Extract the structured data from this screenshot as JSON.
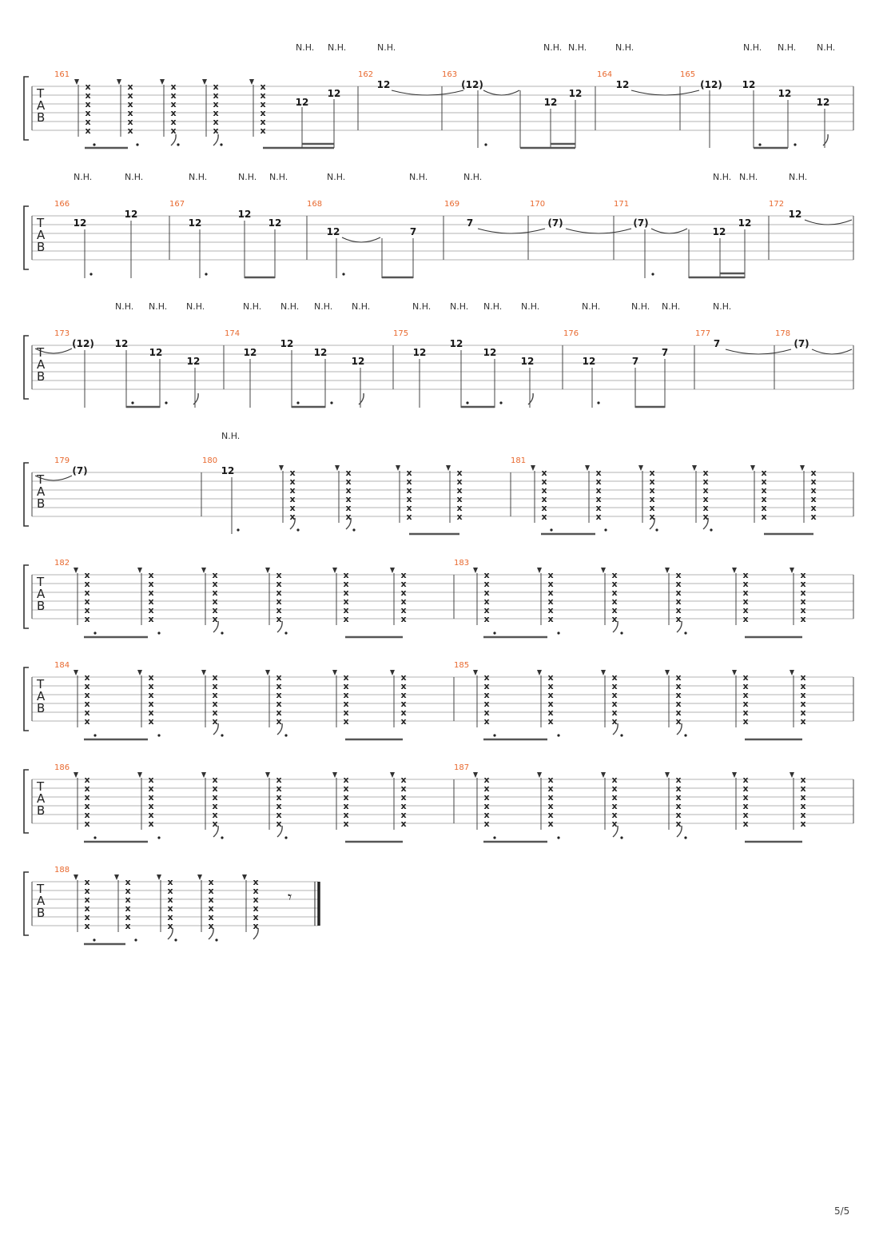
{
  "page_number": "5/5",
  "harmonic_label": "N.H.",
  "tab_clef": [
    "T",
    "A",
    "B"
  ],
  "systems": [
    {
      "measures": [
        {
          "number": "161"
        },
        {
          "number": "162",
          "frets": [
            "12"
          ]
        },
        {
          "number": "163",
          "frets": [
            "(12)",
            "12",
            "12"
          ]
        },
        {
          "number": "164",
          "frets": [
            "12"
          ]
        },
        {
          "number": "165",
          "frets": [
            "(12)",
            "12",
            "12",
            "12"
          ]
        }
      ],
      "pre_frets": [
        "12",
        "12"
      ],
      "nh_count": 9
    },
    {
      "measures": [
        {
          "number": "166",
          "frets": [
            "12",
            "12"
          ]
        },
        {
          "number": "167",
          "frets": [
            "12",
            "12",
            "12"
          ]
        },
        {
          "number": "168",
          "frets": [
            "12",
            "7"
          ]
        },
        {
          "number": "169",
          "frets": [
            "7"
          ]
        },
        {
          "number": "170",
          "frets": [
            "(7)"
          ]
        },
        {
          "number": "171",
          "frets": [
            "(7)",
            "12",
            "12"
          ]
        },
        {
          "number": "172",
          "frets": [
            "12"
          ]
        }
      ]
    },
    {
      "measures": [
        {
          "number": "173",
          "frets": [
            "(12)",
            "12",
            "12",
            "12"
          ]
        },
        {
          "number": "174",
          "frets": [
            "12",
            "12",
            "12",
            "12"
          ]
        },
        {
          "number": "175",
          "frets": [
            "12",
            "12",
            "12",
            "12"
          ]
        },
        {
          "number": "176",
          "frets": [
            "12",
            "7",
            "7"
          ]
        },
        {
          "number": "177",
          "frets": [
            "7"
          ]
        },
        {
          "number": "178",
          "frets": [
            "(7)"
          ]
        }
      ]
    },
    {
      "measures": [
        {
          "number": "179",
          "frets": [
            "(7)"
          ]
        },
        {
          "number": "180",
          "frets": [
            "12"
          ]
        },
        {
          "number": "181"
        }
      ]
    },
    {
      "measures": [
        {
          "number": "182"
        },
        {
          "number": "183"
        }
      ]
    },
    {
      "measures": [
        {
          "number": "184"
        },
        {
          "number": "185"
        }
      ]
    },
    {
      "measures": [
        {
          "number": "186"
        },
        {
          "number": "187"
        }
      ]
    },
    {
      "measures": [
        {
          "number": "188"
        }
      ]
    }
  ],
  "dead_note": "x",
  "rest_symbol": "𝄾"
}
